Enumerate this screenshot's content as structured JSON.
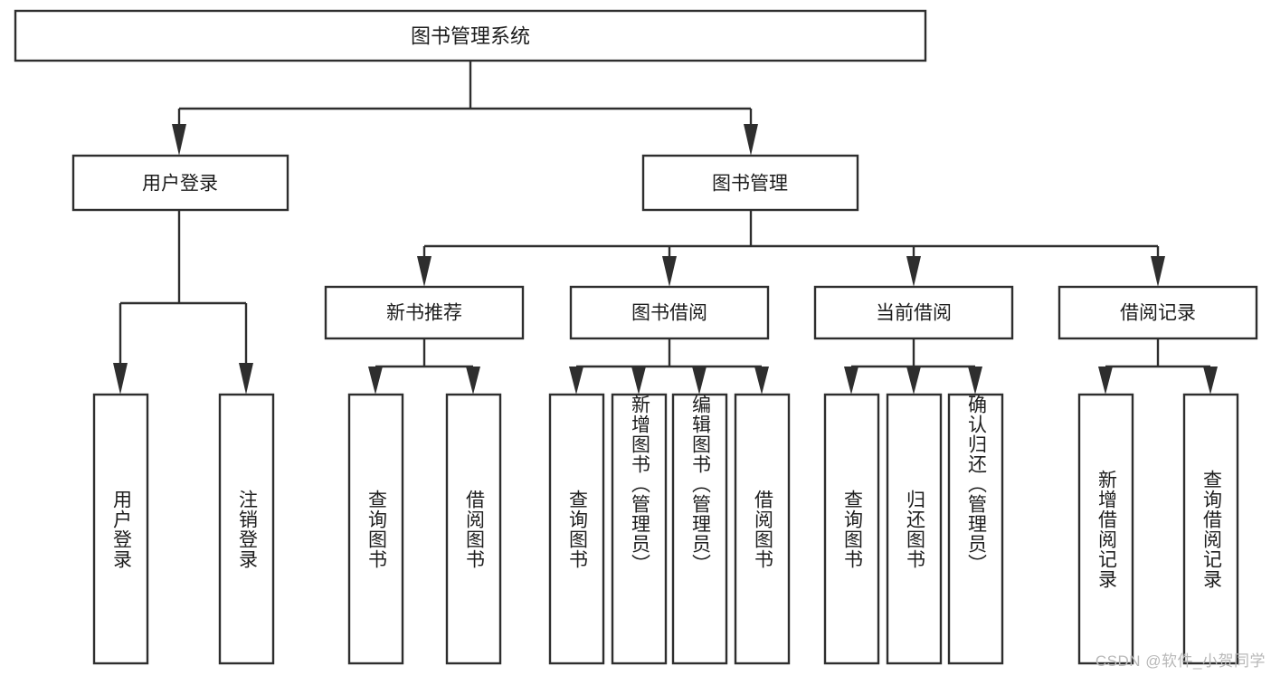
{
  "diagram": {
    "title": "图书管理系统",
    "type": "hierarchy-tree",
    "root": {
      "id": "root",
      "label": "图书管理系统"
    },
    "level2": [
      {
        "id": "user-login",
        "label": "用户登录"
      },
      {
        "id": "book-manage",
        "label": "图书管理"
      }
    ],
    "level3": [
      {
        "id": "new-book-recommend",
        "label": "新书推荐"
      },
      {
        "id": "book-borrow",
        "label": "图书借阅"
      },
      {
        "id": "current-borrow",
        "label": "当前借阅"
      },
      {
        "id": "borrow-record",
        "label": "借阅记录"
      }
    ],
    "leaves": {
      "user_login": [
        {
          "id": "leaf-user-login",
          "label": "用户登录"
        },
        {
          "id": "leaf-logout-login",
          "label": "注销登录"
        }
      ],
      "new_book_recommend": [
        {
          "id": "leaf-query-book-1",
          "label": "查询图书"
        },
        {
          "id": "leaf-borrow-book-1",
          "label": "借阅图书"
        }
      ],
      "book_borrow": [
        {
          "id": "leaf-query-book-2",
          "label": "查询图书"
        },
        {
          "id": "leaf-add-book",
          "label": "新增图书（管理员）"
        },
        {
          "id": "leaf-edit-book",
          "label": "编辑图书（管理员）"
        },
        {
          "id": "leaf-borrow-book-2",
          "label": "借阅图书"
        }
      ],
      "current_borrow": [
        {
          "id": "leaf-query-book-3",
          "label": "查询图书"
        },
        {
          "id": "leaf-return-book",
          "label": "归还图书"
        },
        {
          "id": "leaf-confirm-return",
          "label": "确认归还（管理员）"
        }
      ],
      "borrow_record": [
        {
          "id": "leaf-add-record",
          "label": "新增借阅记录"
        },
        {
          "id": "leaf-query-record",
          "label": "查询借阅记录"
        }
      ]
    },
    "colors": {
      "stroke": "#2e2e2e",
      "fill": "#ffffff",
      "text": "#1d1d1d",
      "watermark": "#b8b8b8"
    }
  },
  "watermark": {
    "text": "CSDN @软件_小贺同学"
  }
}
